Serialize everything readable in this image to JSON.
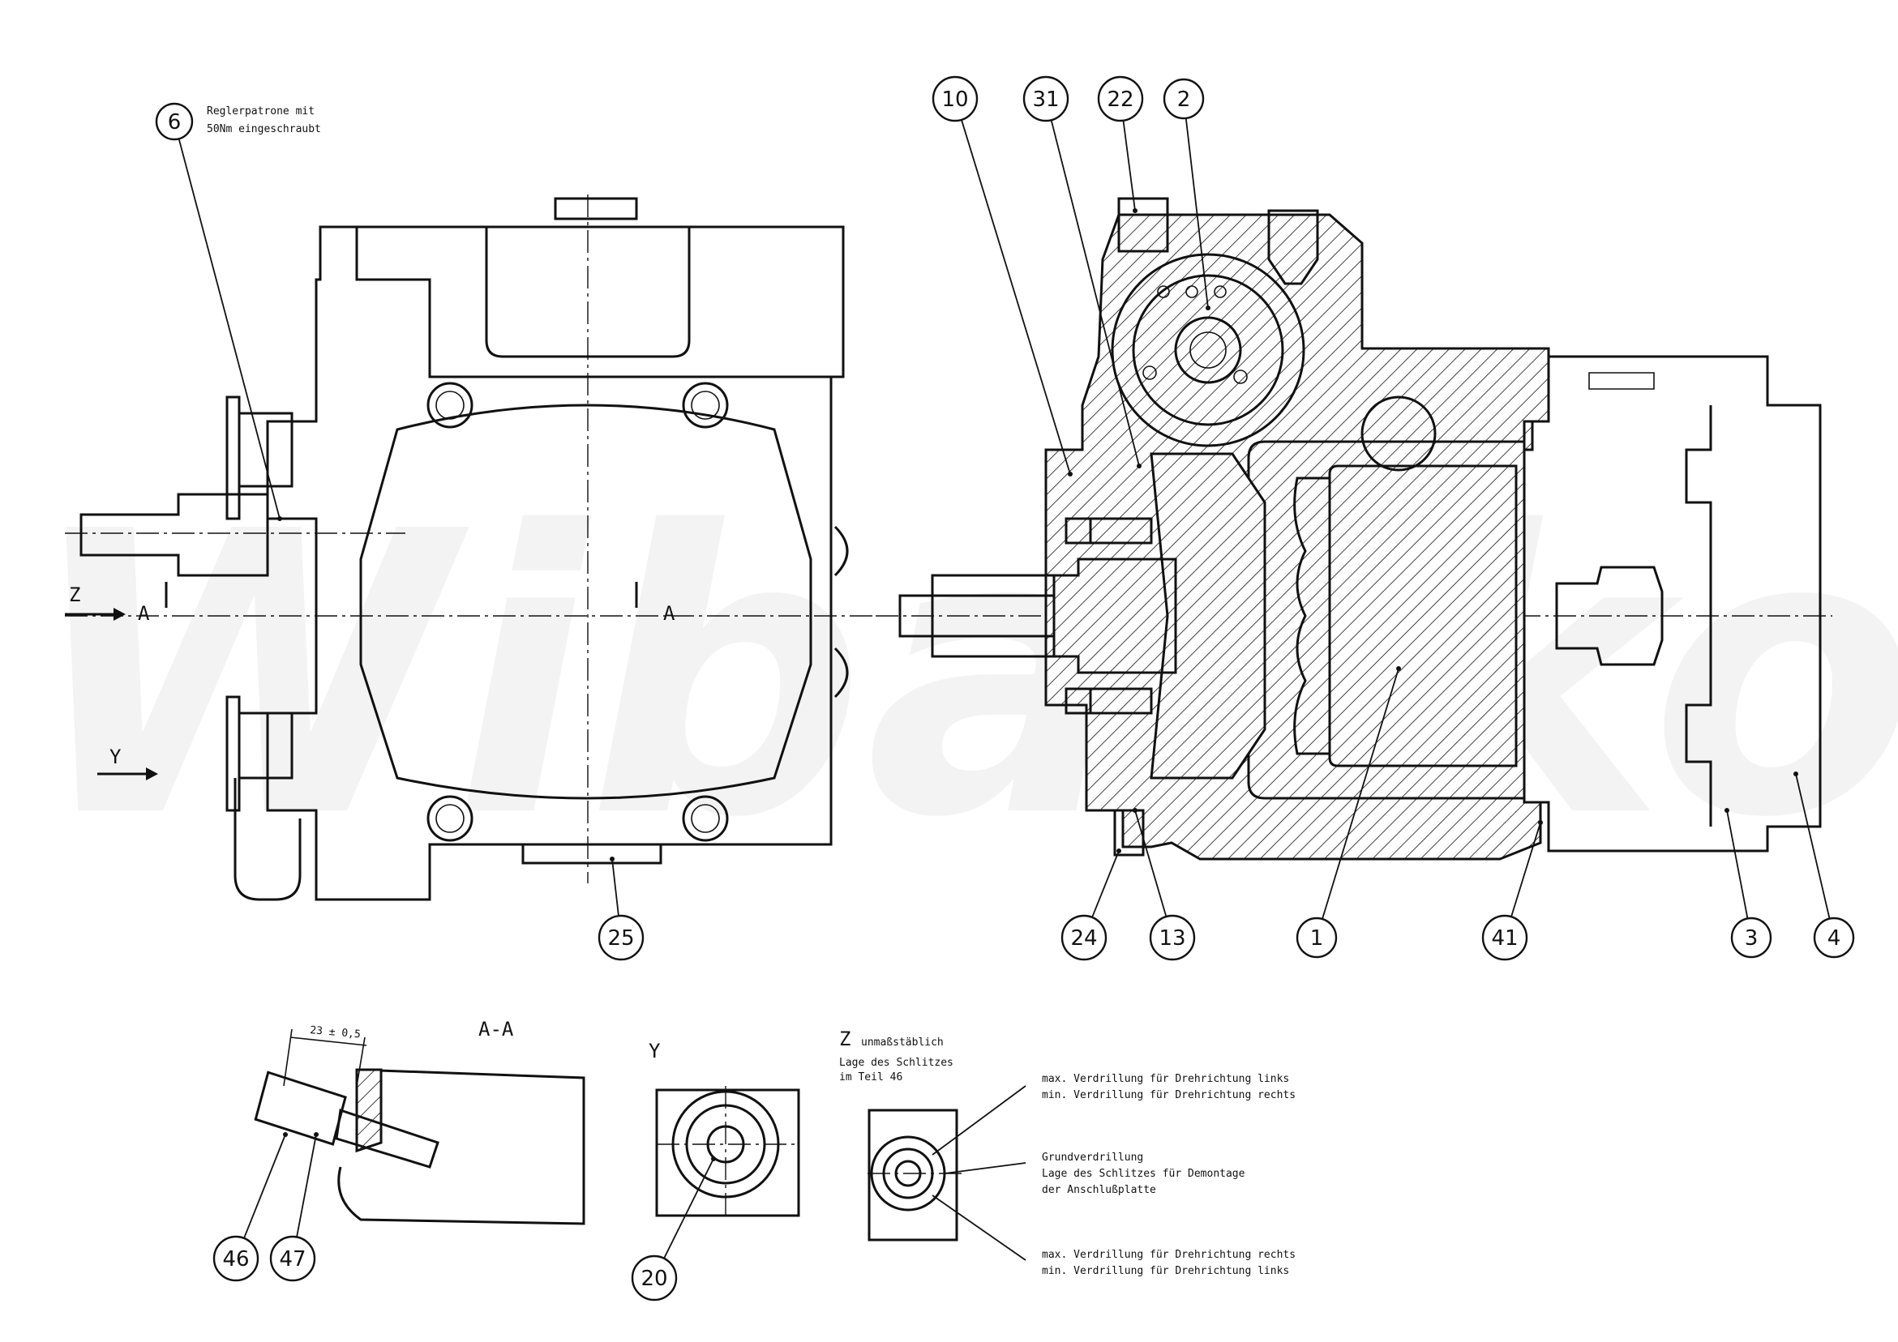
{
  "watermark": "Wibanko",
  "callouts": [
    {
      "id": "c6",
      "label": "6"
    },
    {
      "id": "c10",
      "label": "10"
    },
    {
      "id": "c31",
      "label": "31"
    },
    {
      "id": "c22",
      "label": "22"
    },
    {
      "id": "c2",
      "label": "2"
    },
    {
      "id": "c25",
      "label": "25"
    },
    {
      "id": "c24",
      "label": "24"
    },
    {
      "id": "c13",
      "label": "13"
    },
    {
      "id": "c1",
      "label": "1"
    },
    {
      "id": "c41",
      "label": "41"
    },
    {
      "id": "c3",
      "label": "3"
    },
    {
      "id": "c4",
      "label": "4"
    },
    {
      "id": "c46",
      "label": "46"
    },
    {
      "id": "c47",
      "label": "47"
    },
    {
      "id": "c20",
      "label": "20"
    }
  ],
  "notes": {
    "regler_line1": "Reglerpatrone mit",
    "regler_line2": "50Nm eingeschraubt",
    "z_view": "Z",
    "z_view_suffix": "unmaßstäblich",
    "schlitz_line1": "Lage des Schlitzes",
    "schlitz_line2": "im Teil 46",
    "max_links_1": "max. Verdrillung für Drehrichtung links",
    "max_links_2": "min. Verdrillung für Drehrichtung rechts",
    "grund_1": "Grundverdrillung",
    "grund_2": "Lage des Schlitzes für Demontage",
    "grund_3": "der Anschlußplatte",
    "max_rechts_1": "max. Verdrillung für Drehrichtung rechts",
    "max_rechts_2": "min. Verdrillung für Drehrichtung links",
    "dimension": "23 ± 0,5"
  },
  "view_labels": {
    "z_arrow": "Z",
    "y_arrow": "Y",
    "section_a_left": "A",
    "section_a_right": "A",
    "section_aa": "A-A",
    "view_y": "Y"
  }
}
